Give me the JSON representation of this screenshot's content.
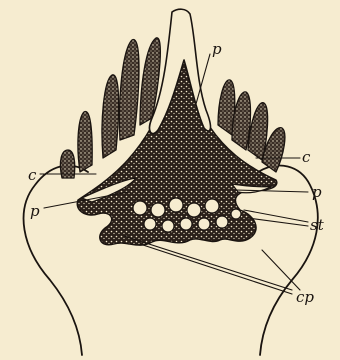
{
  "labels": {
    "p_top": "p",
    "c_left": "c",
    "c_right": "c",
    "p_left": "p",
    "p_right": "p",
    "st": "st",
    "cp": "cp"
  },
  "colors": {
    "paper": "#f6ecd0",
    "ink": "#1a1410"
  }
}
